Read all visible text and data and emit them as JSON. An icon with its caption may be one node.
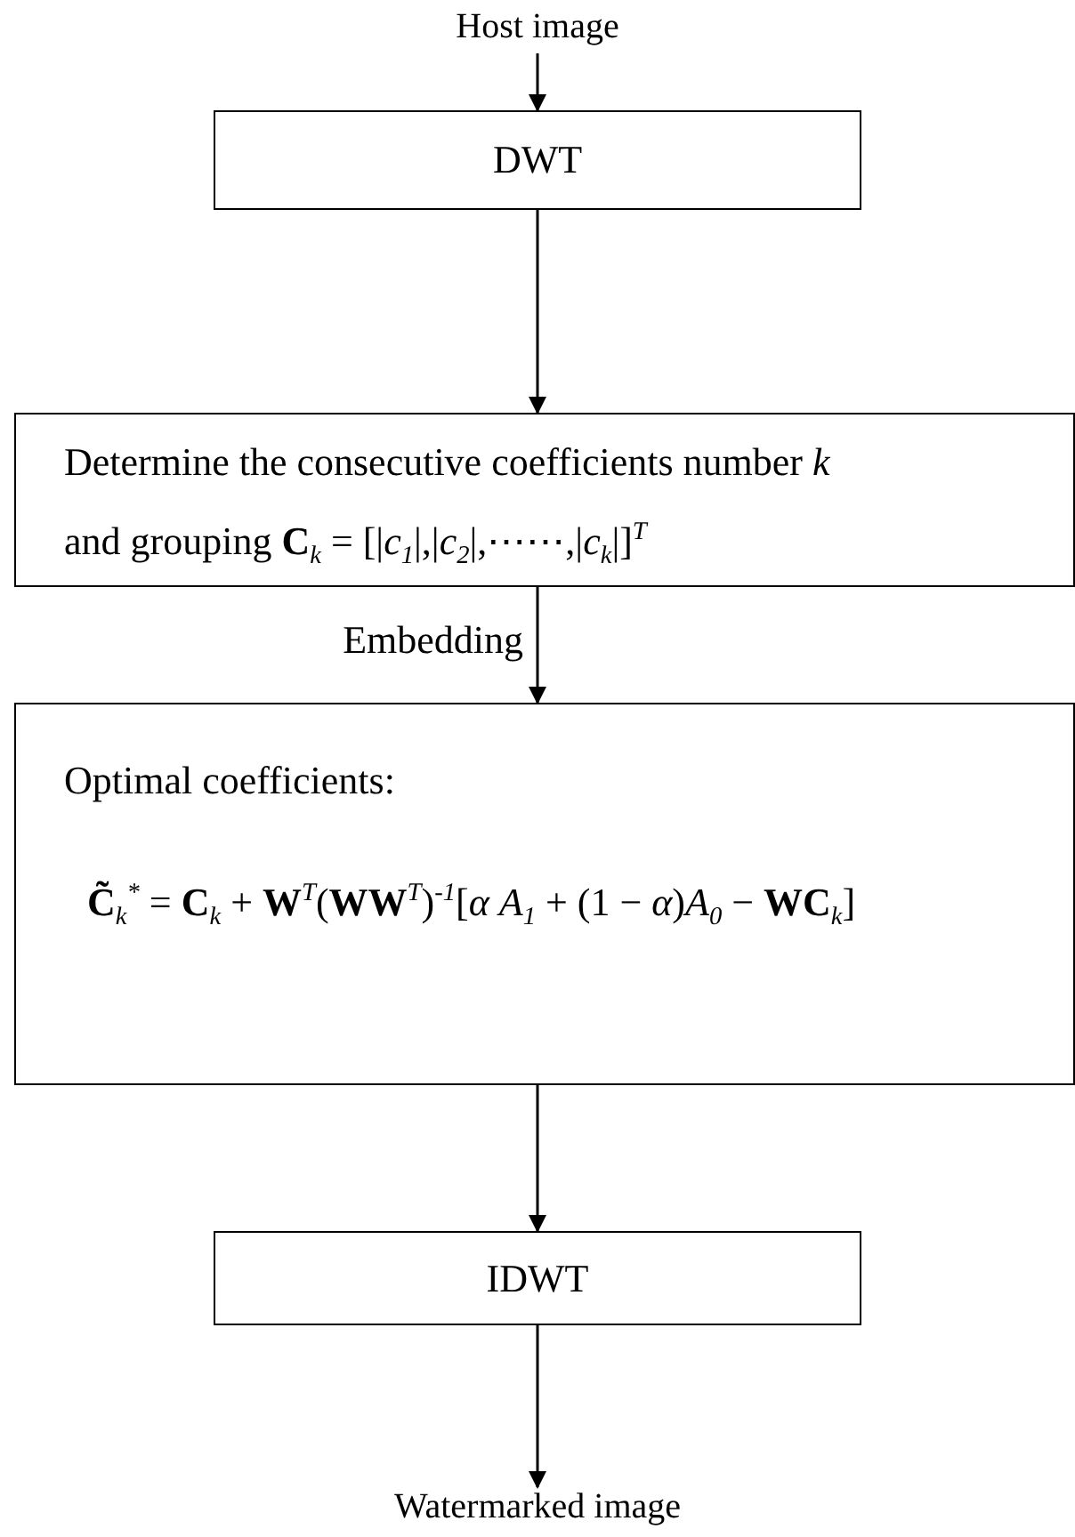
{
  "diagram": {
    "nodes": [
      {
        "text": [
          "Host image"
        ]
      },
      {
        "text": [
          "DWT"
        ]
      },
      {
        "text": [
          "Determine the consecutive coefficients number *k*",
          "and grouping **C**$_{k}$ = [|*c*$_{1}$|,|*c*$_{2}$|,⋯⋯,|*c*$_{k}$|]$^{T}$"
        ]
      },
      {
        "text": [
          "Optimal coefficients:",
          "**C̃**$_{k}$$^{*}$ = **C**$_{k}$ + **W**$^{T}$(**WW**$^{T}$)$^{-1}$[*α A*$_{1}$ + (1 − *α*)*A*$_{0}$ − **WC**$_{k}$]"
        ]
      },
      {
        "text": [
          "IDWT"
        ]
      },
      {
        "text": [
          "Watermarked image"
        ]
      }
    ],
    "edges": [
      {
        "from": 0,
        "to": 1,
        "arrow": "to"
      },
      {
        "from": 1,
        "to": 2,
        "arrow": "to"
      },
      {
        "from": 2,
        "to": 3,
        "arrow": "to",
        "label": "Embedding"
      },
      {
        "from": 3,
        "to": 4,
        "arrow": "to"
      },
      {
        "from": 4,
        "to": 5,
        "arrow": "to"
      }
    ]
  }
}
